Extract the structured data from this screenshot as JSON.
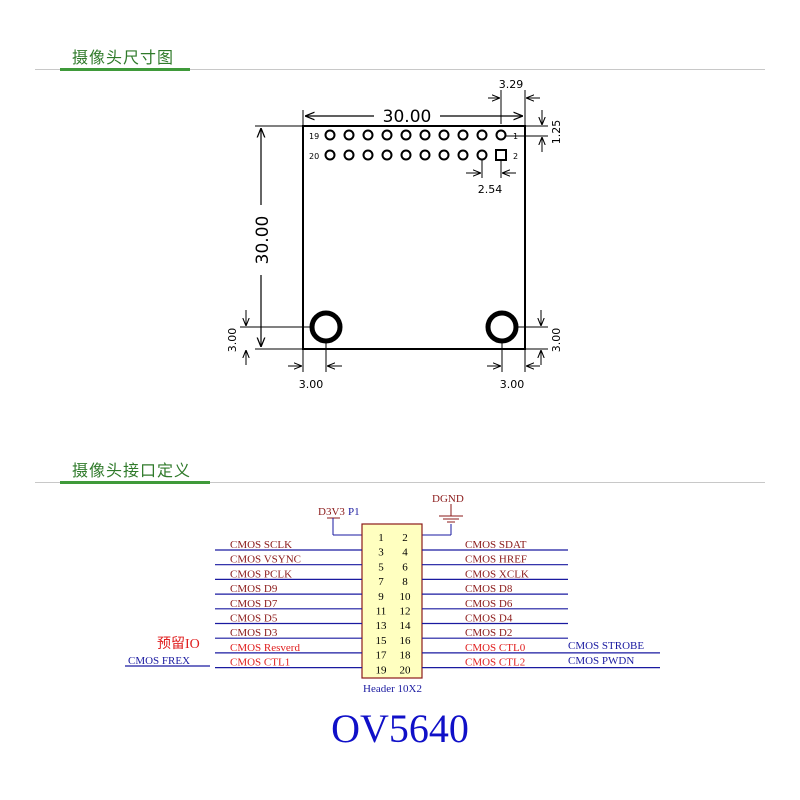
{
  "sections": {
    "dimensions_title": "摄像头尺寸图",
    "interface_title": "摄像头接口定义"
  },
  "dimensions": {
    "width": "30.00",
    "height": "30.00",
    "pin_offset_right": "3.29",
    "pin_offset_top": "1.25",
    "pin_pitch": "2.54",
    "hole_offset_left": "3.00",
    "hole_offset_right": "3.00",
    "hole_offset_bottom_left": "3.00",
    "hole_offset_bottom_right": "3.00",
    "pin_label_19": "19",
    "pin_label_20": "20",
    "pin_label_1": "1",
    "pin_label_2": "2"
  },
  "schematic": {
    "power_label": "D3V3",
    "ground_label": "DGND",
    "connector_ref": "P1",
    "connector_name": "Header 10X2",
    "reserved_note": "预留IO",
    "left_signals": [
      "CMOS SCLK",
      "CMOS VSYNC",
      "CMOS PCLK",
      "CMOS D9",
      "CMOS D7",
      "CMOS D5",
      "CMOS D3",
      "CMOS Resverd",
      "CMOS CTL1"
    ],
    "right_signals": [
      "CMOS SDAT",
      "CMOS HREF",
      "CMOS XCLK",
      "CMOS D8",
      "CMOS D6",
      "CMOS D4",
      "CMOS D2",
      "CMOS CTL0",
      "CMOS CTL2"
    ],
    "left_ext": "CMOS FREX",
    "right_ext_1": "CMOS STROBE",
    "right_ext_2": "CMOS PWDN",
    "pin_numbers_left": [
      "1",
      "3",
      "5",
      "7",
      "9",
      "11",
      "13",
      "15",
      "17",
      "19"
    ],
    "pin_numbers_right": [
      "2",
      "4",
      "6",
      "8",
      "10",
      "12",
      "14",
      "16",
      "18",
      "20"
    ],
    "model": "OV5640"
  },
  "colors": {
    "title_green": "#2f7a2a",
    "line_green": "#3f9a3a",
    "signal_dark_red": "#8b1a1a",
    "signal_red": "#e02020",
    "wire_blue": "#1a1aa0",
    "model_blue": "#1010c8"
  }
}
